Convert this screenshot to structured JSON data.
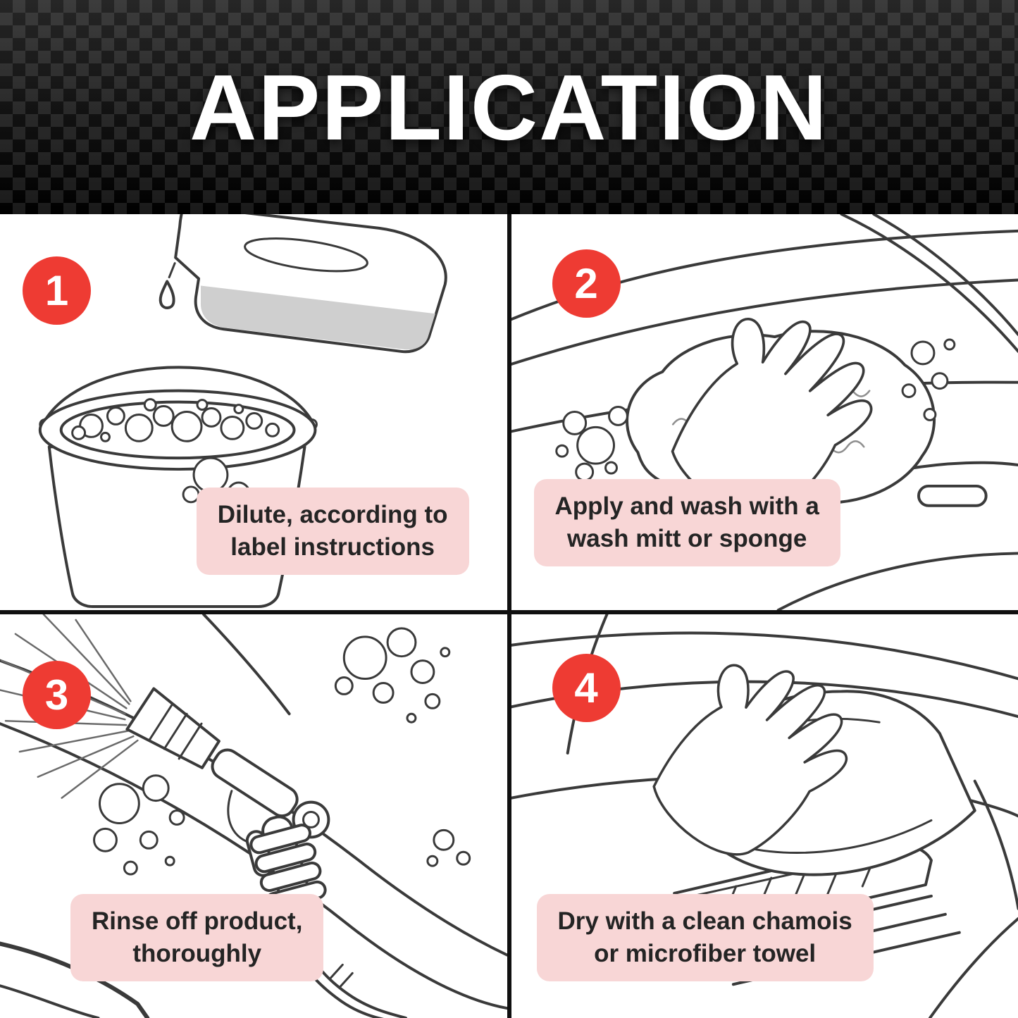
{
  "title": "APPLICATION",
  "theme": {
    "accent_red": "#ee3b33",
    "caption_bg": "#f8d6d6",
    "banner_bg": "#0c0c0c",
    "line_color": "#3a3a3a"
  },
  "steps": [
    {
      "number": "1",
      "caption": "Dilute, according to\nlabel instructions",
      "illustration": "pour-detergent-into-bucket"
    },
    {
      "number": "2",
      "caption": "Apply and wash with a\nwash mitt or sponge",
      "illustration": "wash-mitt-on-car-panel"
    },
    {
      "number": "3",
      "caption": "Rinse off product,\nthoroughly",
      "illustration": "hose-spray-rinse"
    },
    {
      "number": "4",
      "caption": "Dry with a clean chamois\nor microfiber towel",
      "illustration": "towel-dry-car"
    }
  ]
}
